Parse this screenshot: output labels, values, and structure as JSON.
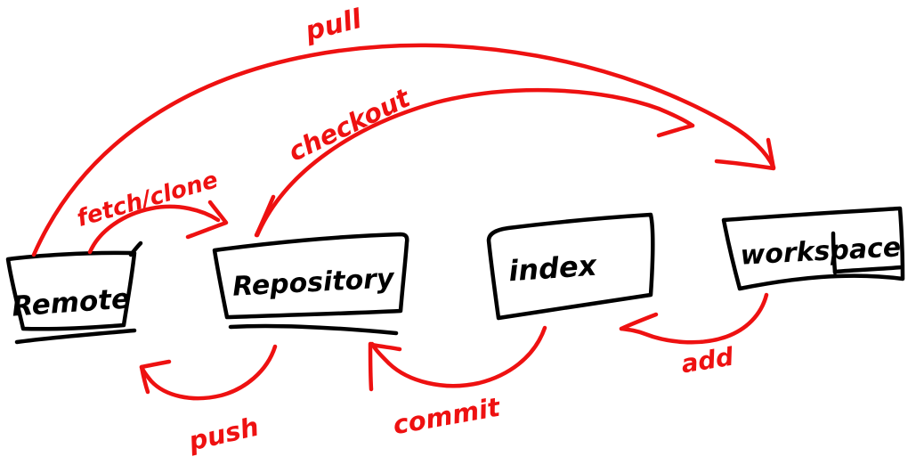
{
  "diagram": {
    "description": "Hand-drawn git data flow diagram",
    "colors": {
      "background": "#ffffff",
      "ink": "#000000",
      "arrow": "#ee1111"
    },
    "nodes": [
      {
        "id": "remote",
        "label": "Remote"
      },
      {
        "id": "repository",
        "label": "Repository"
      },
      {
        "id": "index",
        "label": "index"
      },
      {
        "id": "workspace",
        "label": "workspace"
      }
    ],
    "edges": [
      {
        "id": "pull",
        "label": "pull",
        "from": "remote",
        "to": "workspace"
      },
      {
        "id": "checkout",
        "label": "checkout",
        "from": "repository",
        "to": "workspace"
      },
      {
        "id": "fetch-clone",
        "label": "fetch/clone",
        "from": "remote",
        "to": "repository"
      },
      {
        "id": "push",
        "label": "push",
        "from": "repository",
        "to": "remote"
      },
      {
        "id": "commit",
        "label": "commit",
        "from": "index",
        "to": "repository"
      },
      {
        "id": "add",
        "label": "add",
        "from": "workspace",
        "to": "index"
      }
    ]
  }
}
